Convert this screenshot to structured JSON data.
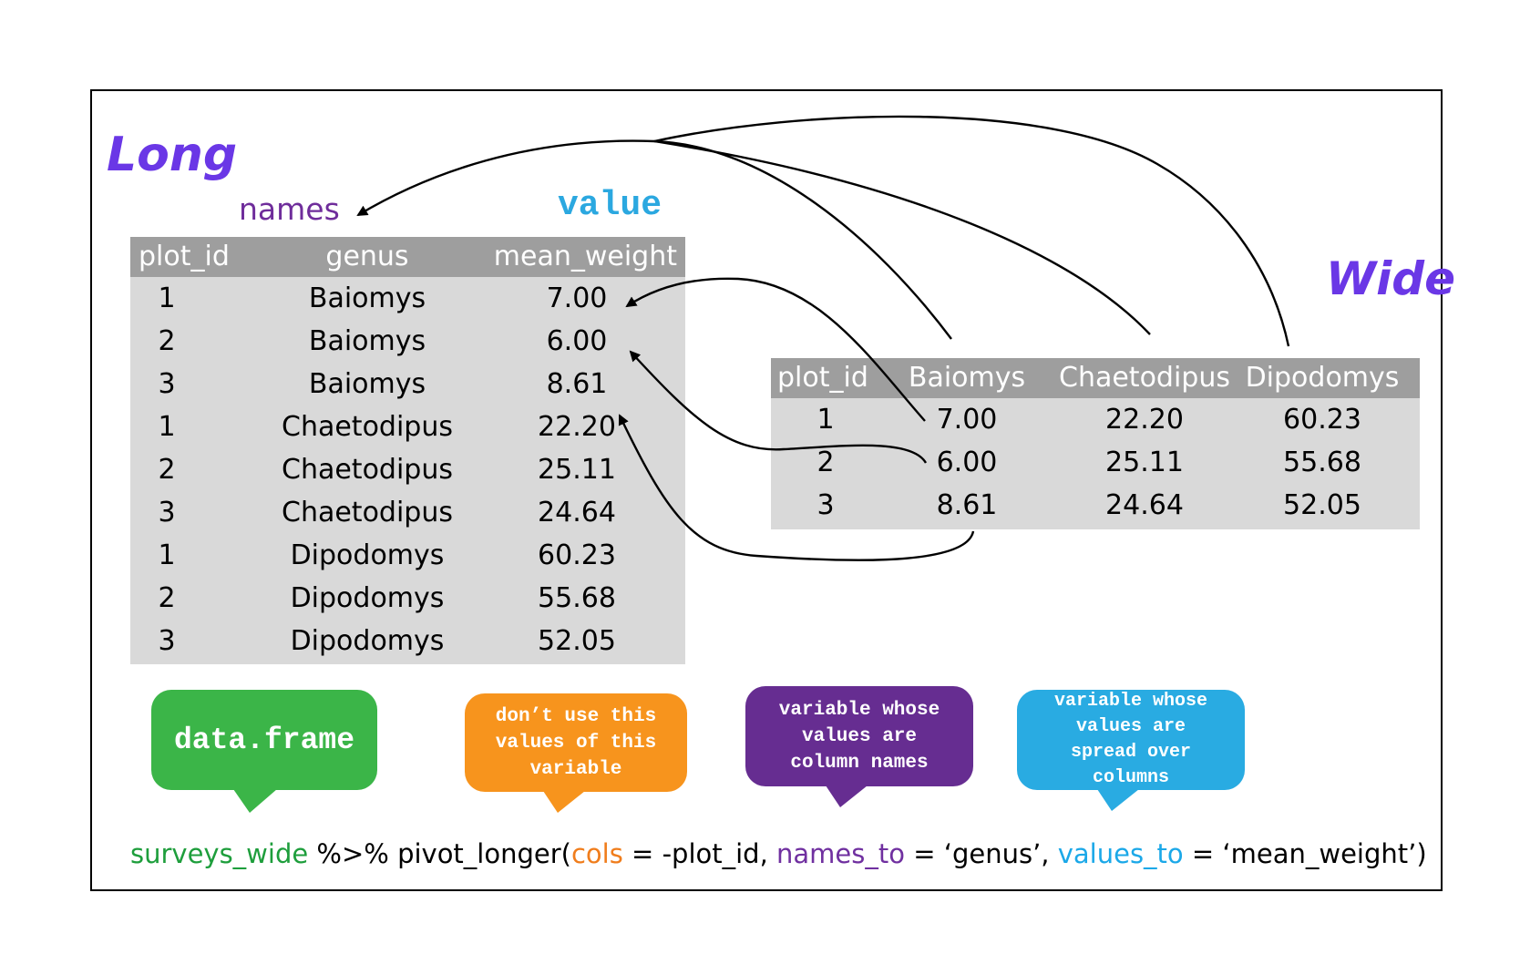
{
  "long": {
    "title": "Long",
    "names_label": "names",
    "value_label": "value",
    "headers": [
      "plot_id",
      "genus",
      "mean_weight"
    ],
    "rows": [
      [
        "1",
        "Baiomys",
        "7.00"
      ],
      [
        "2",
        "Baiomys",
        "6.00"
      ],
      [
        "3",
        "Baiomys",
        "8.61"
      ],
      [
        "1",
        "Chaetodipus",
        "22.20"
      ],
      [
        "2",
        "Chaetodipus",
        "25.11"
      ],
      [
        "3",
        "Chaetodipus",
        "24.64"
      ],
      [
        "1",
        "Dipodomys",
        "60.23"
      ],
      [
        "2",
        "Dipodomys",
        "55.68"
      ],
      [
        "3",
        "Dipodomys",
        "52.05"
      ]
    ]
  },
  "wide": {
    "title": "Wide",
    "headers": [
      "plot_id",
      "Baiomys",
      "Chaetodipus",
      "Dipodomys"
    ],
    "rows": [
      [
        "1",
        "7.00",
        "22.20",
        "60.23"
      ],
      [
        "2",
        "6.00",
        "25.11",
        "55.68"
      ],
      [
        "3",
        "8.61",
        "24.64",
        "52.05"
      ]
    ]
  },
  "bubbles": {
    "dataframe": "data.frame",
    "cols": "don’t use this\nvalues of this\nvariable",
    "names": "variable whose\nvalues are\ncolumn names",
    "values": "variable whose\nvalues are\nspread over\ncolumns"
  },
  "code": {
    "data": "surveys_wide",
    "pipe": " %>% pivot_longer(",
    "cols_arg": "cols",
    "cols_val": " = -plot_id, ",
    "names_arg": "names_to",
    "names_val": " = ‘genus’, ",
    "values_arg": "values_to",
    "values_val": " = ‘mean_weight’)"
  },
  "colors": {
    "title": "#6a37e6",
    "green": "#3bb548",
    "orange": "#f7941d",
    "purple": "#662d91",
    "blue": "#29abe2",
    "table_header": "#9e9e9e",
    "table_body": "#d9d9d9"
  }
}
